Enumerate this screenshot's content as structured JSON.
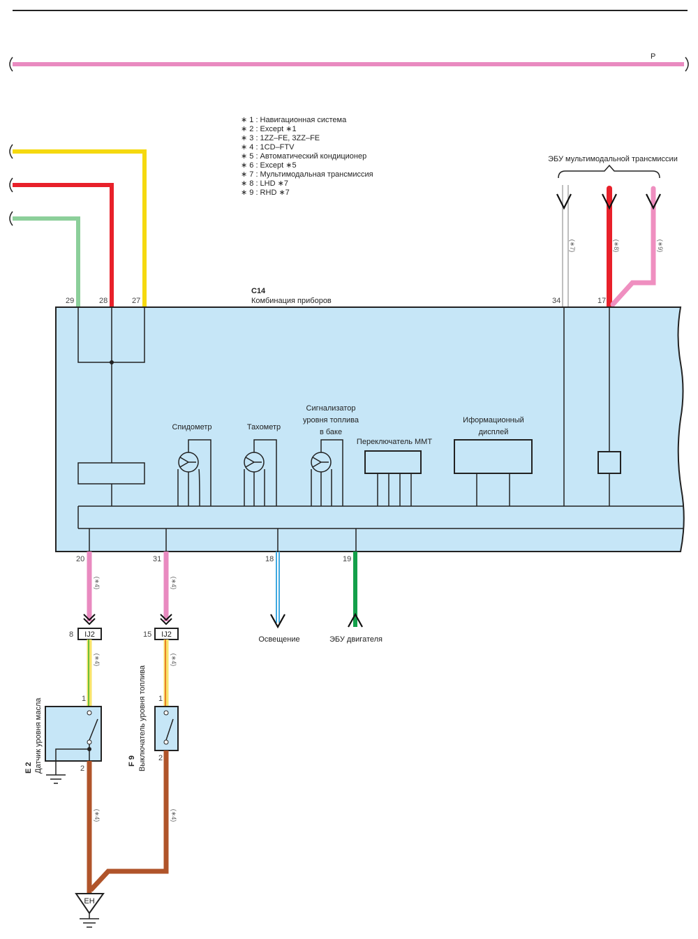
{
  "bus": {
    "label": "P",
    "color": "#e98ac0"
  },
  "legend": [
    "∗ 1 : Навигационная система",
    "∗ 2 : Except ∗1",
    "∗ 3 : 1ZZ–FE,  3ZZ–FE",
    "∗ 4 : 1CD–FTV",
    "∗ 5 : Автоматический кондиционер",
    "∗ 6 : Except ∗5",
    "∗ 7 : Мультимодальная трансмиссия",
    "∗ 8 : LHD ∗7",
    "∗ 9 : RHD ∗7"
  ],
  "cluster": {
    "code": "C14",
    "name": "Комбинация приборов",
    "pins_top": [
      "29",
      "28",
      "27",
      "34",
      "17"
    ],
    "pins_bottom": [
      "20",
      "31",
      "18",
      "19"
    ],
    "speedometer": "Спидометр",
    "tachometer": "Тахометр",
    "fuel_gauge": [
      "Сигнализатор",
      "уровня топлива",
      "в баке"
    ],
    "mmt_switch": "Переключатель MMT",
    "info_display": [
      "Иформационный",
      "дисплей"
    ]
  },
  "mmt_ecu": {
    "label": "ЭБУ мультимодальной трансмиссии",
    "notes": [
      "(∗7)",
      "(∗8)",
      "(∗9)"
    ]
  },
  "outputs": {
    "lighting": "Освещение",
    "engine_ecu": "ЭБУ двигателя"
  },
  "connectors": {
    "name": "IJ2",
    "pin_a": "8",
    "pin_b": "15"
  },
  "note4": "(∗4)",
  "sensors": {
    "e2_code": "E 2",
    "e2_name": "Датчик уровня масла",
    "f9_code": "F 9",
    "f9_name": "Выключатель уровня топлива",
    "pin1": "1",
    "pin2": "2"
  },
  "ground": "EH",
  "colors": {
    "yellow": "#f5d90f",
    "red": "#e8202a",
    "green": "#8ccf9a",
    "pink": "#e98ac0",
    "blue": "#3fa9e0",
    "dkgreen": "#13a04a",
    "brown": "#b0542a",
    "panel": "#c6e6f7"
  }
}
